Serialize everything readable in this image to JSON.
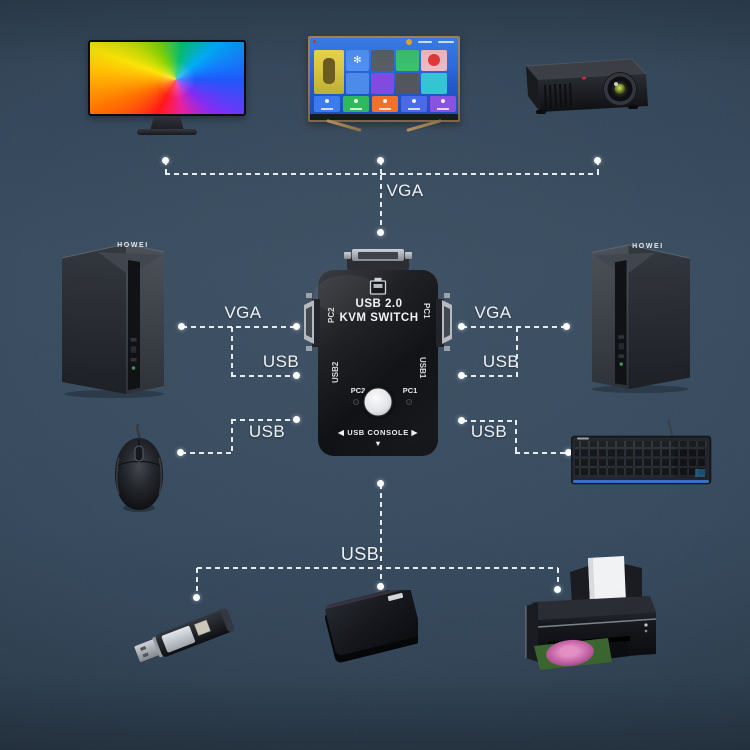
{
  "connections": {
    "top": {
      "label": "VGA"
    },
    "left_upper": {
      "vga": "VGA",
      "usb": "USB"
    },
    "left_lower": {
      "usb": "USB"
    },
    "right_upper": {
      "vga": "VGA",
      "usb": "USB"
    },
    "right_lower": {
      "usb": "USB"
    },
    "bottom": {
      "usb": "USB"
    }
  },
  "kvm_switch": {
    "title_line1": "USB 2.0",
    "title_line2": "KVM SWITCH",
    "side_ports": {
      "left_vga": "PC2",
      "right_vga": "PC1",
      "left_usb": "USB2",
      "right_usb": "USB1"
    },
    "front": {
      "left_indicator": "PC2",
      "right_indicator": "PC1",
      "console_label": "◀ USB CONSOLE ▶",
      "console_arrow": "▼"
    }
  },
  "computers": {
    "left_tower_brand": "HOWEI",
    "right_tower_brand": "HOWEI"
  },
  "devices": {
    "top_row": [
      "monitor",
      "smart-tv",
      "projector"
    ],
    "middle_row": [
      "desktop-pc-left",
      "kvm-switch",
      "desktop-pc-right"
    ],
    "peripherals": [
      "mouse",
      "keyboard"
    ],
    "bottom_row": [
      "usb-flash-drive",
      "external-hard-drive",
      "inkjet-printer"
    ]
  },
  "colors": {
    "background": "#32465a",
    "dashed_line": "#eef2f6",
    "kvm_body": "#111216",
    "tv_frame_gold": "#9a7b52"
  }
}
